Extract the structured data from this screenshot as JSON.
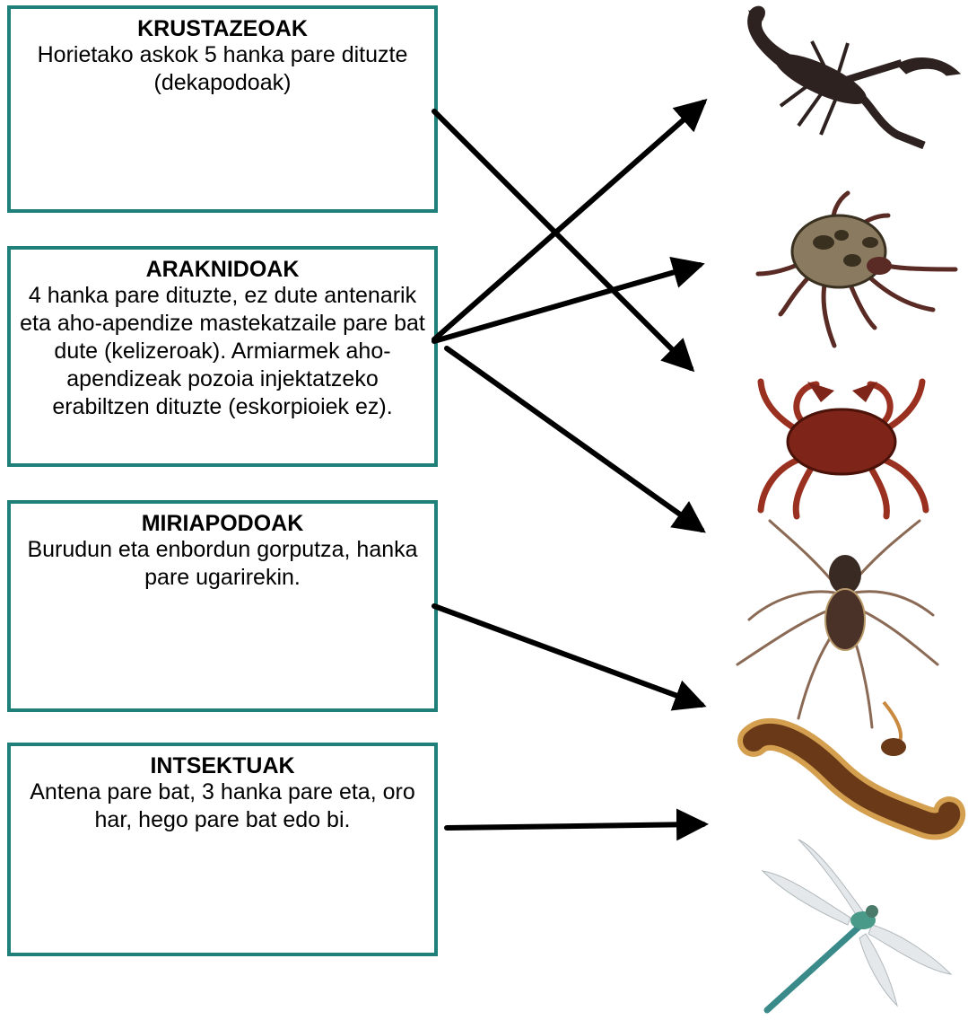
{
  "boxes": [
    {
      "title": "KRUSTAZEOAK",
      "desc": "Horietako askok 5 hanka pare dituzte (dekapodoak)"
    },
    {
      "title": "ARAKNIDOAK",
      "desc": "4 hanka pare dituzte, ez dute antenarik eta aho-apendize mastekatzaile pare bat dute (kelizeroak). Armiarmek aho-apendizeak pozoia injektatzeko erabiltzen dituzte (eskorpioiek ez)."
    },
    {
      "title": "MIRIAPODOAK",
      "desc": "Burudun eta enbordun gorputza, hanka pare ugarirekin."
    },
    {
      "title": "INTSEKTUAK",
      "desc": "Antena pare bat, 3 hanka pare eta, oro har, hego pare bat edo bi."
    }
  ],
  "animals": [
    "scorpion-icon",
    "tick-icon",
    "crab-icon",
    "spider-icon",
    "centipede-icon",
    "dragonfly-icon"
  ],
  "colors": {
    "border": "#1f7f79",
    "arrow": "#000000"
  }
}
